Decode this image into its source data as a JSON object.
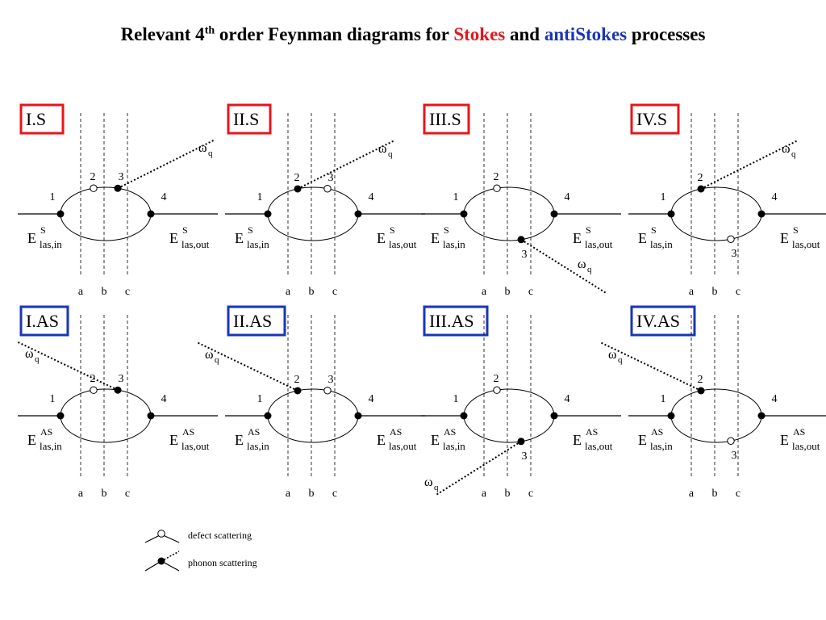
{
  "title": {
    "prefix": "Relevant 4",
    "superscript": "th",
    "middle": " order Feynman diagrams for ",
    "stokes": "Stokes",
    "and": " and ",
    "antistokes": "antiStokes",
    "suffix": " processes"
  },
  "colors": {
    "stokes": "#e8151b",
    "antistokes": "#1a35b8",
    "ink": "#000000"
  },
  "common_labels": {
    "vertex_1": "1",
    "vertex_2": "2",
    "vertex_3": "3",
    "vertex_4": "4",
    "line_a": "a",
    "line_b": "b",
    "line_c": "c",
    "energy_letter": "E",
    "in_subscript": "las,in",
    "out_subscript": "las,out",
    "omega": "ω",
    "q": "q"
  },
  "diagrams": [
    {
      "label": "I.S",
      "process": "S",
      "superscript": "S",
      "box": "stokes",
      "defect_vertex": 2,
      "phonon_vertex": 3,
      "defect_side": "top",
      "phonon_side": "top",
      "phonon_dir": "up-right"
    },
    {
      "label": "II.S",
      "process": "S",
      "superscript": "S",
      "box": "stokes",
      "defect_vertex": 3,
      "phonon_vertex": 2,
      "defect_side": "top",
      "phonon_side": "top",
      "phonon_dir": "up-right"
    },
    {
      "label": "III.S",
      "process": "S",
      "superscript": "S",
      "box": "stokes",
      "defect_vertex": 2,
      "phonon_vertex": 3,
      "defect_side": "top",
      "phonon_side": "bottom",
      "phonon_dir": "down-right"
    },
    {
      "label": "IV.S",
      "process": "S",
      "superscript": "S",
      "box": "stokes",
      "defect_vertex": 3,
      "phonon_vertex": 2,
      "defect_side": "bottom",
      "phonon_side": "top",
      "phonon_dir": "up-right"
    },
    {
      "label": "I.AS",
      "process": "AS",
      "superscript": "AS",
      "box": "antistokes",
      "defect_vertex": 2,
      "phonon_vertex": 3,
      "defect_side": "top",
      "phonon_side": "top",
      "phonon_dir": "up-left"
    },
    {
      "label": "II.AS",
      "process": "AS",
      "superscript": "AS",
      "box": "antistokes",
      "defect_vertex": 3,
      "phonon_vertex": 2,
      "defect_side": "top",
      "phonon_side": "top",
      "phonon_dir": "up-left"
    },
    {
      "label": "III.AS",
      "process": "AS",
      "superscript": "AS",
      "box": "antistokes",
      "defect_vertex": 2,
      "phonon_vertex": 3,
      "defect_side": "top",
      "phonon_side": "bottom",
      "phonon_dir": "down-left"
    },
    {
      "label": "IV.AS",
      "process": "AS",
      "superscript": "AS",
      "box": "antistokes",
      "defect_vertex": 3,
      "phonon_vertex": 2,
      "defect_side": "bottom",
      "phonon_side": "top",
      "phonon_dir": "up-left"
    }
  ],
  "legend": {
    "defect": "defect scattering",
    "phonon": "phonon scattering"
  }
}
